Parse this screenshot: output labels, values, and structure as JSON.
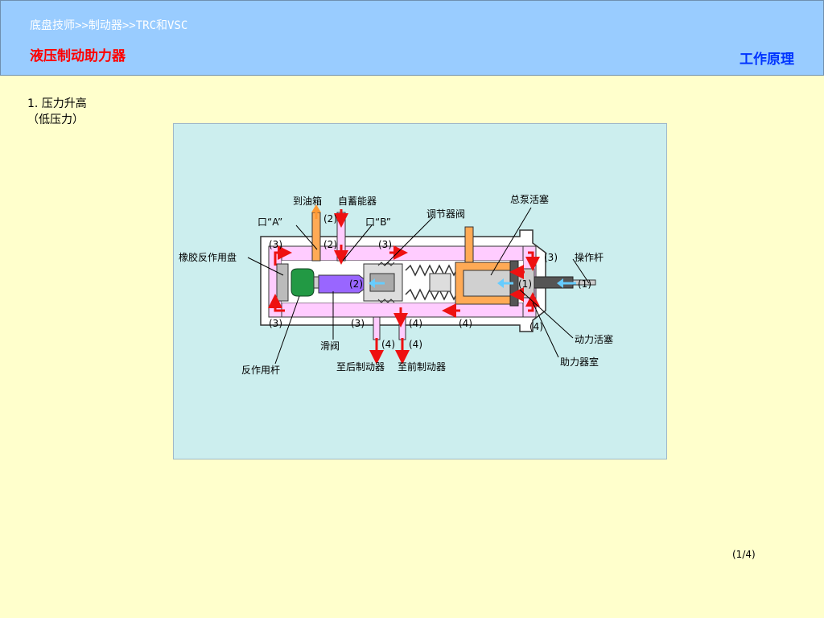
{
  "header": {
    "breadcrumb": "底盘技师>>制动器>>TRC和VSC",
    "title": "液压制动助力器",
    "section": "工作原理"
  },
  "step": {
    "line1": "1. 压力升高",
    "line2": "（低压力）"
  },
  "pager": "(1/4)",
  "diagram": {
    "labels": {
      "to_tank": "到油箱",
      "from_accumulator": "自蓄能器",
      "master_piston": "总泵活塞",
      "regulator_valve": "调节器阀",
      "port_a": "口“A”",
      "port_b": "口“B”",
      "rubber_disc": "橡胶反作用盘",
      "operating_rod": "操作杆",
      "power_piston": "动力活塞",
      "booster_chamber": "助力器室",
      "spool_valve": "滑阀",
      "reaction_rod": "反作用杆",
      "to_rear_brake": "至后制动器",
      "to_front_brake": "至前制动器"
    },
    "markers": {
      "m1": "(1)",
      "m2": "(2)",
      "m3": "(3)",
      "m4": "(4)"
    },
    "colors": {
      "pressure_arrow": "#ee1111",
      "return_arrow": "#ff9933",
      "input_arrow": "#66ccff",
      "fluid": "#ffccff",
      "master_fluid": "#ffaa55",
      "rubber_disc": "#229944",
      "spool": "#9966ff"
    }
  }
}
